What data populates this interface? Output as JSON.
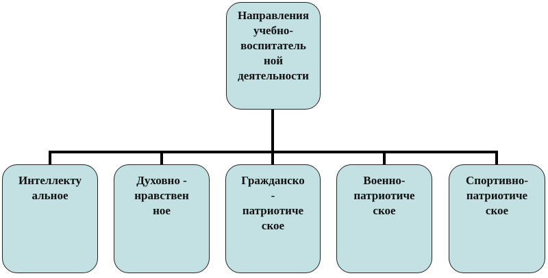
{
  "root": {
    "lines": [
      "Направления",
      "учебно-",
      "воспитатель",
      "ной",
      "деятельности"
    ]
  },
  "children": [
    {
      "lines": [
        "Интеллекту",
        "альное"
      ]
    },
    {
      "lines": [
        "Духовно -",
        "нравствен",
        "ное"
      ]
    },
    {
      "lines": [
        "Гражданско",
        "-",
        "патриотиче",
        "ское"
      ]
    },
    {
      "lines": [
        "Военно-",
        "патриотиче",
        "ское"
      ]
    },
    {
      "lines": [
        "Спортивно-",
        "патриотиче",
        "ское"
      ]
    }
  ],
  "colors": {
    "box_fill": "#c3e0e3",
    "connector": "#000000"
  }
}
